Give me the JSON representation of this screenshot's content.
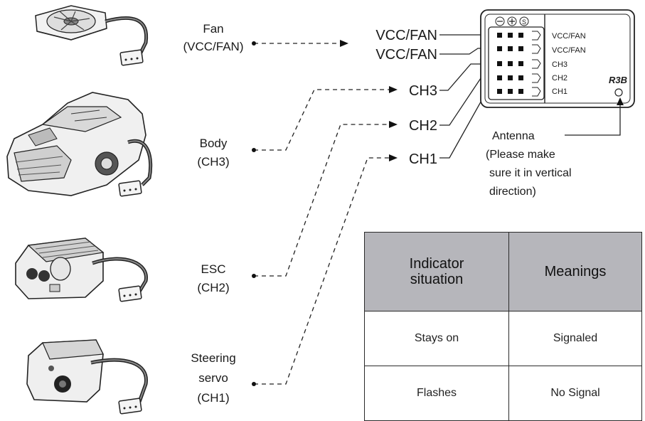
{
  "devices": [
    {
      "id": "fan",
      "label_lines": [
        "Fan",
        "(VCC/FAN)"
      ]
    },
    {
      "id": "body",
      "label_lines": [
        "Body",
        "(CH3)"
      ]
    },
    {
      "id": "esc",
      "label_lines": [
        "ESC",
        "(CH2)"
      ]
    },
    {
      "id": "servo",
      "label_lines": [
        "Steering",
        "servo",
        "(CH1)"
      ]
    }
  ],
  "ports": [
    "VCC/FAN",
    "VCC/FAN",
    "CH3",
    "CH2",
    "CH1"
  ],
  "receiver": {
    "model": "R3B",
    "polarity_symbols": [
      "⊖",
      "⊕",
      "S"
    ],
    "channel_labels": [
      "VCC/FAN",
      "VCC/FAN",
      "CH3",
      "CH2",
      "CH1"
    ]
  },
  "antenna": {
    "label_lines": [
      "Antenna",
      "(Please make",
      "sure it in vertical",
      "direction)"
    ]
  },
  "indicator_table": {
    "headers": [
      "Indicator situation",
      "Meanings"
    ],
    "rows": [
      [
        "Stays on",
        "Signaled"
      ],
      [
        "Flashes",
        "No Signal"
      ]
    ]
  }
}
